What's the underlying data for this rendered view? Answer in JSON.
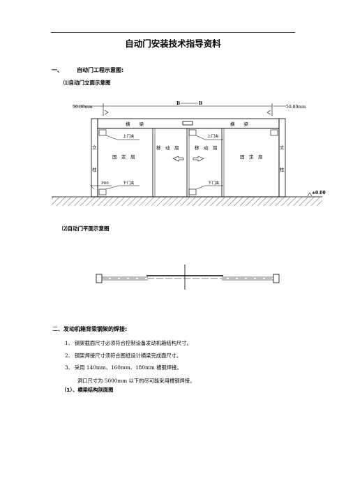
{
  "doc": {
    "title": "自动门安装技术指导资料"
  },
  "section1": {
    "number": "一、",
    "title": "自动门工程示意图:",
    "fig1_title": "⑴自动门立面示意图",
    "fig2_title": "⑵自动门平面示意图"
  },
  "elevation": {
    "left_dim": "50-80mm",
    "right_dim": "50-80mm",
    "width_label": "B",
    "beam_left": "横　　梁",
    "beam_right": "横　　梁",
    "upper_clamp_left": "上门夹",
    "upper_clamp_right": "上门夹",
    "lower_clamp_left": "下门夹",
    "lower_clamp_right": "下门夹",
    "fixed_left": "固　定　扇",
    "fixed_right": "固　定　扇",
    "moving_left": "移　动　扇",
    "moving_right": "移　动　扇",
    "column_left_top": "立",
    "column_left_bottom": "柱",
    "column_right_top": "立",
    "column_right_bottom": "柱",
    "bottom_dim": "P00",
    "level_mark": "±0.00"
  },
  "section2": {
    "number": "二、",
    "title": "发动机箱背梁钢架的焊接:",
    "items": [
      {
        "num": "1、",
        "text": "钢架截面尺寸必须符合控制设备发动机箱结构尺寸。"
      },
      {
        "num": "2、",
        "text": "钢架焊接尺寸须符合图纸设计横梁完成面尺寸。"
      },
      {
        "num": "3、",
        "text": "采用 140mm、160mm、180mm 槽钢焊接。"
      }
    ],
    "note": "洞口尺寸为 5000mm 以下的尽可能采用槽钢焊接。",
    "sub_title": "（1）、横梁结构剖面图"
  }
}
